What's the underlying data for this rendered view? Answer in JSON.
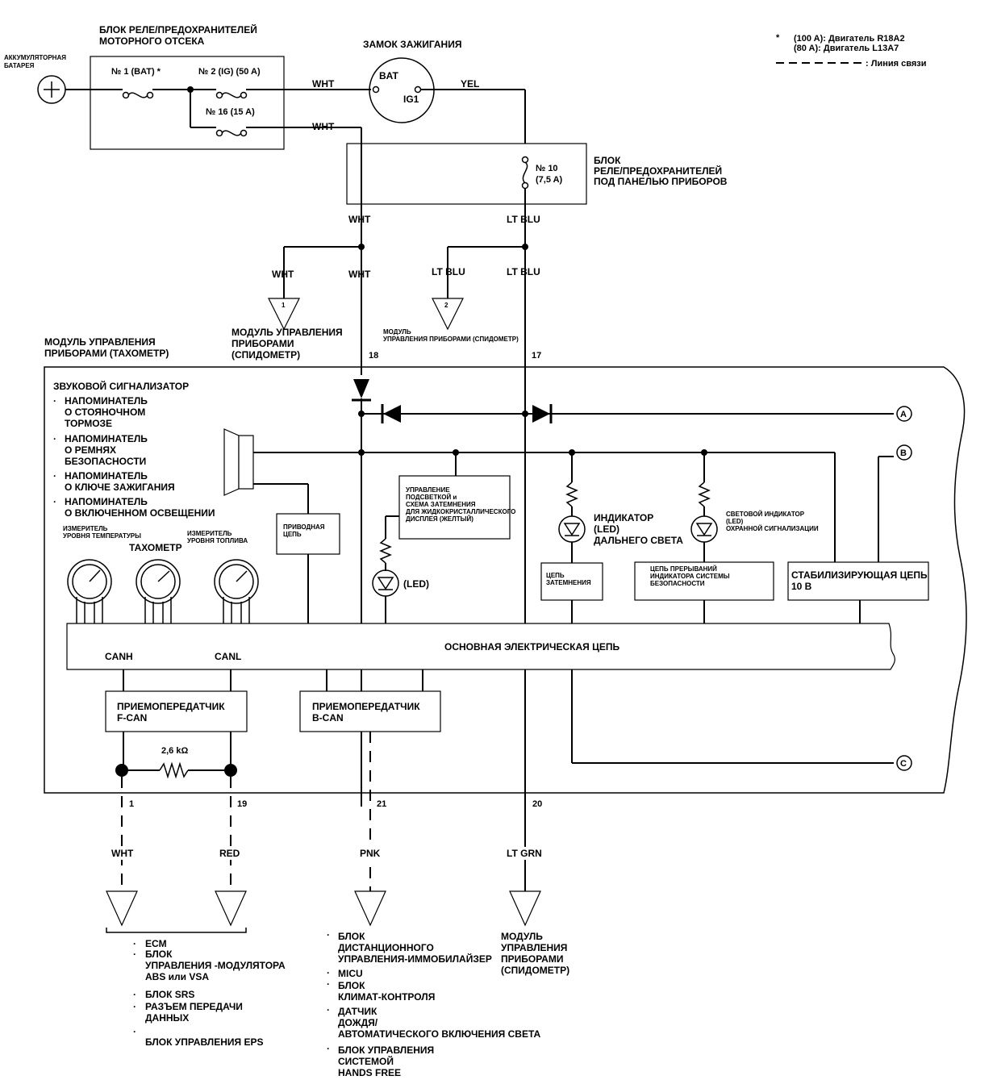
{
  "legend": {
    "note_star": "*",
    "note_100": "(100 A): Двигатель R18A2",
    "note_80": "(80 A): Двигатель L13A7",
    "comm_line": ": Линия связи"
  },
  "battery": {
    "l1": "АККУМУЛЯТОРНАЯ",
    "l2": "БАТАРЕЯ"
  },
  "engine_box": {
    "title1": "БЛОК РЕЛЕ/ПРЕДОХРАНИТЕЛЕЙ",
    "title2": "МОТОРНОГО ОТСЕКА",
    "fuse1": "№ 1 (BAT) *",
    "fuse2": "№ 2 (IG) (50 A)",
    "fuse16": "№ 16 (15 A)"
  },
  "ignition": {
    "title": "ЗАМОК ЗАЖИГАНИЯ",
    "bat": "BAT",
    "ig1": "IG1"
  },
  "dash_box": {
    "fuse10": "№ 10",
    "fuse10_rating": "(7,5 A)",
    "l1": "БЛОК",
    "l2": "РЕЛЕ/ПРЕДОХРАНИТЕЛЕЙ",
    "l3": "ПОД ПАНЕЛЬЮ ПРИБОРОВ"
  },
  "wires": {
    "wht_a": "WHT",
    "wht_b": "WHT",
    "yel": "YEL",
    "wht_c": "WHT",
    "ltblu_a": "LT BLU",
    "wht_d": "WHT",
    "wht_e": "WHT",
    "ltblu_b": "LT BLU",
    "ltblu_c": "LT BLU",
    "wht_f": "WHT",
    "red": "RED",
    "pnk": "PNK",
    "ltgrn": "LT GRN"
  },
  "refs": {
    "r1": "1",
    "r1_l1": "МОДУЛЬ УПРАВЛЕНИЯ",
    "r1_l2": "ПРИБОРАМИ",
    "r1_l3": "(СПИДОМЕТР)",
    "r2": "2",
    "r2_l1": "МОДУЛЬ",
    "r2_l2": "УПРАВЛЕНИЯ ПРИБОРАМИ (СПИДОМЕТР)"
  },
  "pins": {
    "p18": "18",
    "p17": "17",
    "p1": "1",
    "p19": "19",
    "p21": "21",
    "p20": "20"
  },
  "module": {
    "title1": "МОДУЛЬ УПРАВЛЕНИЯ",
    "title2": "ПРИБОРАМИ (ТАХОМЕТР)"
  },
  "buzzer": {
    "title": "ЗВУКОВОЙ СИГНАЛИЗАТОР",
    "b1": "·",
    "i1a": "НАПОМИНАТЕЛЬ",
    "i1b": "О СТОЯНОЧНОМ",
    "i1c": "ТОРМОЗЕ",
    "b2": "·",
    "i2a": "НАПОМИНАТЕЛЬ",
    "i2b": "О РЕМНЯХ",
    "i2c": "БЕЗОПАСНОСТИ",
    "b3": "·",
    "i3a": "НАПОМИНАТЕЛЬ",
    "i3b": "О КЛЮЧЕ ЗАЖИГАНИЯ",
    "b4": "·",
    "i4a": "НАПОМИНАТЕЛЬ",
    "i4b": "О ВКЛЮЧЕННОМ ОСВЕЩЕНИИ"
  },
  "drive": {
    "l1": "ПРИВОДНАЯ",
    "l2": "ЦЕПЬ"
  },
  "gauges": {
    "temp1": "ИЗМЕРИТЕЛЬ",
    "temp2": "УРОВНЯ ТЕМПЕРАТУРЫ",
    "fuel1": "ИЗМЕРИТЕЛЬ",
    "fuel2": "УРОВНЯ ТОПЛИВА",
    "tacho": "ТАХОМЕТР"
  },
  "lcd": {
    "l1": "УПРАВЛЕНИЕ",
    "l2": "ПОДСВЕТКОЙ и",
    "l3": "СХЕМА ЗАТЕМНЕНИЯ",
    "l4": "ДЛЯ ЖИДКОКРИСТАЛЛИЧЕСКОГО",
    "l5": "ДИСПЛЕЯ (ЖЕЛТЫЙ)"
  },
  "led_label": "(LED)",
  "highbeam": {
    "l1": "ИНДИКАТОР",
    "l2": "(LED)",
    "l3": "ДАЛЬНЕГО СВЕТА"
  },
  "security": {
    "l1": "СВЕТОВОЙ ИНДИКАТОР",
    "l2": "(LED)",
    "l3": "ОХРАННОЙ СИГНАЛИЗАЦИИ"
  },
  "dimming": {
    "l1": "ЦЕПЬ",
    "l2": "ЗАТЕМНЕНИЯ"
  },
  "interrupt": {
    "l1": "ЦЕПЬ ПРЕРЫВАНИЙ",
    "l2": "ИНДИКАТОРА СИСТЕМЫ",
    "l3": "БЕЗОПАСНОСТИ"
  },
  "stab": {
    "l1": "СТАБИЛИЗИРУЮЩАЯ ЦЕПЬ",
    "l2": "10 В"
  },
  "main_circuit": "ОСНОВНАЯ ЭЛЕКТРИЧЕСКАЯ ЦЕПЬ",
  "canh": "CANH",
  "canl": "CANL",
  "fcan": {
    "l1": "ПРИЕМОПЕРЕДАТЧИК",
    "l2": "F-CAN"
  },
  "bcan": {
    "l1": "ПРИЕМОПЕРЕДАТЧИК",
    "l2": "B-CAN"
  },
  "resistor": "2,6 kΩ",
  "connectors": {
    "a": "A",
    "b": "B",
    "c": "C"
  },
  "dest_f": {
    "b1": "·",
    "i1": "ECM",
    "b2": "·",
    "i2a": "БЛОК",
    "i2b": "УПРАВЛЕНИЯ -МОДУЛЯТОРА",
    "i2c": "ABS или VSA",
    "b3": "·",
    "i3": "БЛОК SRS",
    "b4": "·",
    "i4a": "РАЗЪЕМ ПЕРЕДАЧИ",
    "i4b": "ДАННЫХ",
    "b5": "·",
    "i5": "БЛОК УПРАВЛЕНИЯ EPS"
  },
  "dest_b": {
    "b1": "·",
    "i1a": "БЛОК",
    "i1b": "ДИСТАНЦИОННОГО",
    "i1c": "УПРАВЛЕНИЯ-ИММОБИЛАЙЗЕР",
    "b2": "·",
    "i2": "MICU",
    "b3": "·",
    "i3a": "БЛОК",
    "i3b": "КЛИМАТ-КОНТРОЛЯ",
    "b4": "·",
    "i4a": "ДАТЧИК",
    "i4b": "ДОЖДЯ/",
    "i4c": "АВТОМАТИЧЕСКОГО ВКЛЮЧЕНИЯ СВЕТА",
    "b5": "·",
    "i5a": "БЛОК УПРАВЛЕНИЯ",
    "i5b": "СИСТЕМОЙ",
    "i5c": "HANDS FREE"
  },
  "dest_speedo": {
    "l1": "МОДУЛЬ",
    "l2": "УПРАВЛЕНИЯ",
    "l3": "ПРИБОРАМИ",
    "l4": "(СПИДОМЕТР)"
  }
}
